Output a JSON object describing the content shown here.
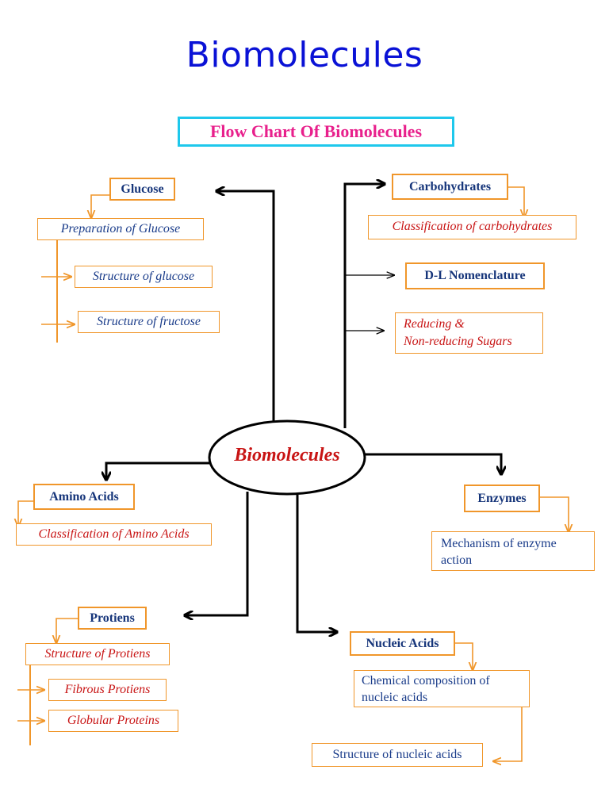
{
  "title": "Biomolecules",
  "subtitle": "Flow Chart Of Biomolecules",
  "center": "Biomolecules",
  "glucose": {
    "heading": "Glucose",
    "items": [
      "Preparation of Glucose",
      "Structure of glucose",
      "Structure of fructose"
    ]
  },
  "carbohydrates": {
    "heading": "Carbohydrates",
    "classification": "Classification of carbohydrates",
    "nomenclature": "D-L Nomenclature",
    "reducing_line1": "Reducing &",
    "reducing_line2": "Non-reducing Sugars"
  },
  "amino_acids": {
    "heading": "Amino Acids",
    "classification": "Classification of Amino Acids"
  },
  "enzymes": {
    "heading": "Enzymes",
    "mechanism": "Mechanism of enzyme action"
  },
  "proteins": {
    "heading": "Protiens",
    "items": [
      "Structure of Protiens",
      "Fibrous Protiens",
      "Globular Proteins"
    ]
  },
  "nucleic_acids": {
    "heading": "Nucleic Acids",
    "composition": "Chemical composition of nucleic acids",
    "structure": "Structure of nucleic acids"
  },
  "colors": {
    "title": "#0a12d6",
    "subtitle": "#e8208c",
    "subtitle_border": "#1ec8ec",
    "box_border": "#f0962a",
    "heading": "#16357a",
    "red_text": "#c81414",
    "blue_text": "#1a3c8a",
    "arrow": "#000000"
  }
}
